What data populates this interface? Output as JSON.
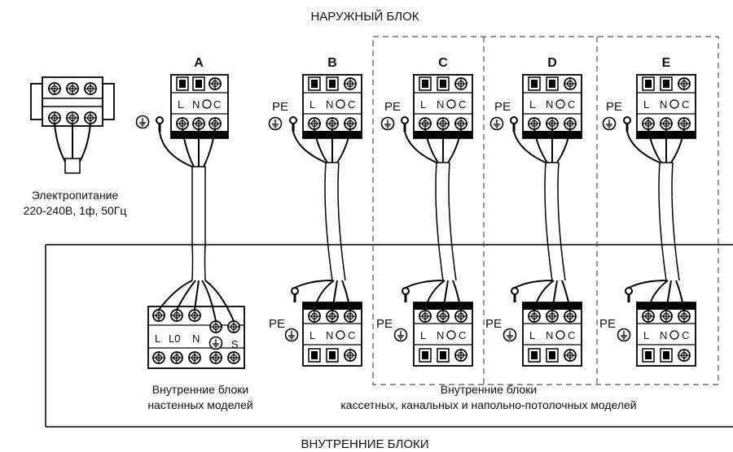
{
  "title_top": "НАРУЖНЫЙ БЛОК",
  "title_bottom": "ВНУТРЕННИЕ БЛОКИ",
  "power": {
    "line1": "Электропитание",
    "line2": "220-240В, 1ф, 50Гц"
  },
  "caption_wall": {
    "line1": "Внутренние блоки",
    "line2": "настенных моделей"
  },
  "caption_cassette": {
    "line1": "Внутренние блоки",
    "line2": "кассетных, канальных и напольно-потолочных моделей"
  },
  "outdoor_terminals": [
    {
      "letter": "A",
      "pe": ""
    },
    {
      "letter": "B",
      "pe": "PE"
    },
    {
      "letter": "C",
      "pe": "PE"
    },
    {
      "letter": "D",
      "pe": "PE"
    },
    {
      "letter": "E",
      "pe": "PE"
    }
  ],
  "terminal_labels": {
    "l": "L",
    "n": "N",
    "c": "C",
    "l0": "L0",
    "s": "S"
  },
  "indoor_pe": "PE"
}
